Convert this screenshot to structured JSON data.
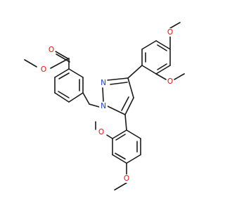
{
  "colors": {
    "background": "#ffffff",
    "bond": "#1a1a1a",
    "oxygen": "#e8120c",
    "nitrogen": "#1f3fd6"
  },
  "atom_labels": {
    "O_methoxy_top_right": "O",
    "O_methoxy_right": "O",
    "O_ester_carbonyl": "O",
    "O_ester_single": "O",
    "N_pyrazole_2": "N",
    "N_pyrazole_1": "N",
    "O_methoxy_lower_ortho": "O",
    "O_methoxy_lower_para": "O"
  }
}
